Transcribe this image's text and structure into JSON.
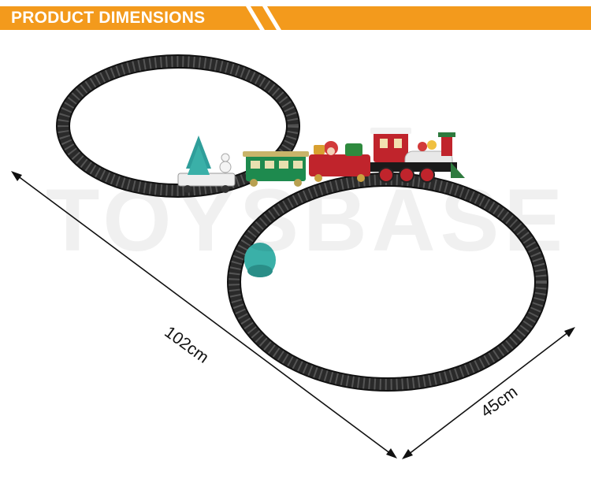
{
  "header": {
    "title": "PRODUCT DIMENSIONS",
    "color": "#f39a1c"
  },
  "dimensions": {
    "length": "102cm",
    "width": "45cm"
  },
  "watermark": {
    "text": "TOYSBASE"
  },
  "colors": {
    "track": "#1f1f1f",
    "arrow": "#111111"
  }
}
